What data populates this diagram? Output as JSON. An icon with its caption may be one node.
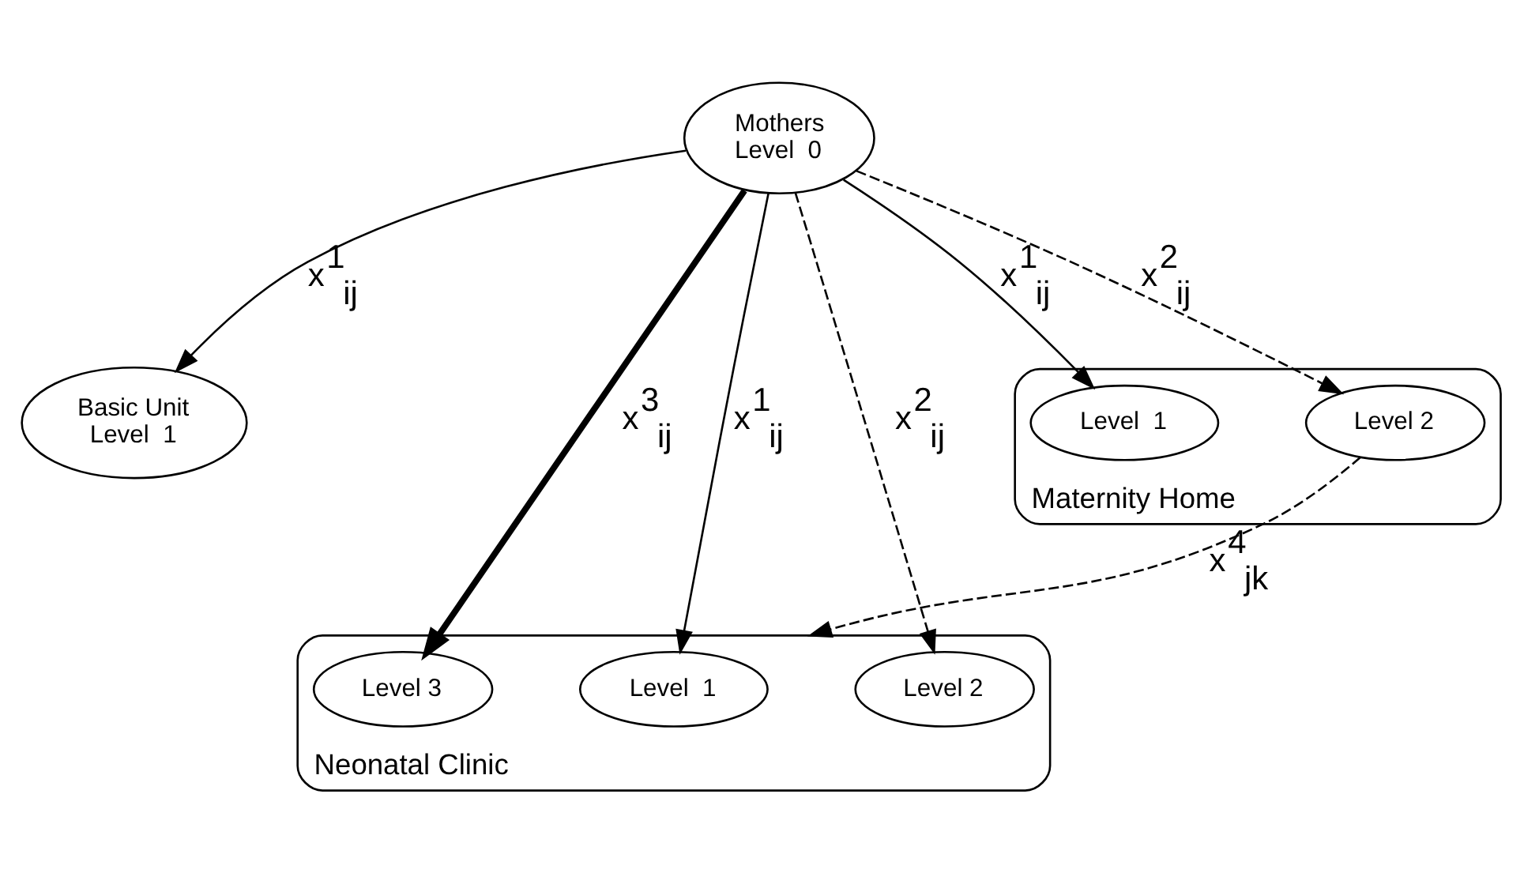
{
  "diagram": {
    "nodes": [
      {
        "text": [
          "Mothers",
          "Level  0"
        ]
      },
      {
        "text": [
          "Basic Unit",
          "Level  1"
        ]
      },
      {
        "text": [
          "Neonatal Clinic"
        ]
      },
      {
        "text": [
          "Level  1"
        ],
        "in": 2
      },
      {
        "text": [
          "Level 3"
        ],
        "in": 2
      },
      {
        "text": [
          "Level 2"
        ],
        "in": 2
      },
      {
        "text": [
          "Maternity Home"
        ]
      },
      {
        "text": [
          "Level  1"
        ],
        "in": 6
      },
      {
        "text": [
          "Level 2"
        ],
        "in": 6
      }
    ],
    "edges": [
      {
        "from": 0,
        "to": 1,
        "arrow": "to",
        "label": "x$^{1}$$_{ij}$"
      },
      {
        "from": 0,
        "to": 3,
        "arrow": "to",
        "label": "x$^{1}$$_{ij}$"
      },
      {
        "from": 0,
        "to": 5,
        "arrow": "to",
        "label": "x$^{2}$$_{ij}$",
        "style": "dashed"
      },
      {
        "from": 0,
        "to": 4,
        "arrow": "to",
        "label": "x$^{3}$$_{ij}$",
        "style": "thick"
      },
      {
        "from": 0,
        "to": 7,
        "arrow": "to",
        "label": "x$^{1}$$_{ij}$"
      },
      {
        "from": 0,
        "to": 8,
        "arrow": "to",
        "label": "x$^{2}$$_{ij}$",
        "style": "dashed"
      },
      {
        "from": 8,
        "to": 2,
        "arrow": "to",
        "label": "x$^{4}$$_{jk}$",
        "style": "dashed"
      }
    ]
  }
}
